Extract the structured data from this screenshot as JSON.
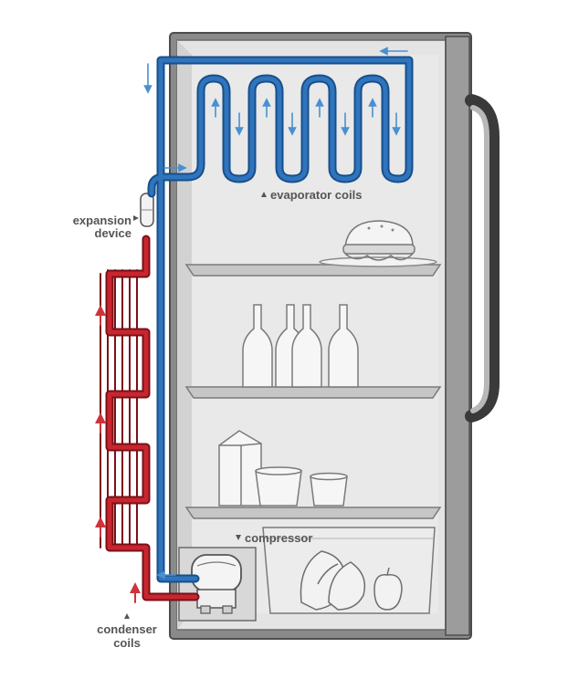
{
  "labels": {
    "evaporator": "evaporator coils",
    "expansion_line1": "expansion",
    "expansion_line2": "device",
    "compressor": "compressor",
    "condenser_line1": "condenser",
    "condenser_line2": "coils"
  },
  "colors": {
    "cold_pipe": "#1f64a8",
    "cold_pipe_light": "#4a90d0",
    "hot_pipe": "#b0202a",
    "hot_pipe_dark": "#7a1018",
    "fridge_frame": "#5c5c5c",
    "fridge_interior": "#e3e3e3",
    "shelf": "#c9c9c9",
    "label_text": "#555555"
  }
}
